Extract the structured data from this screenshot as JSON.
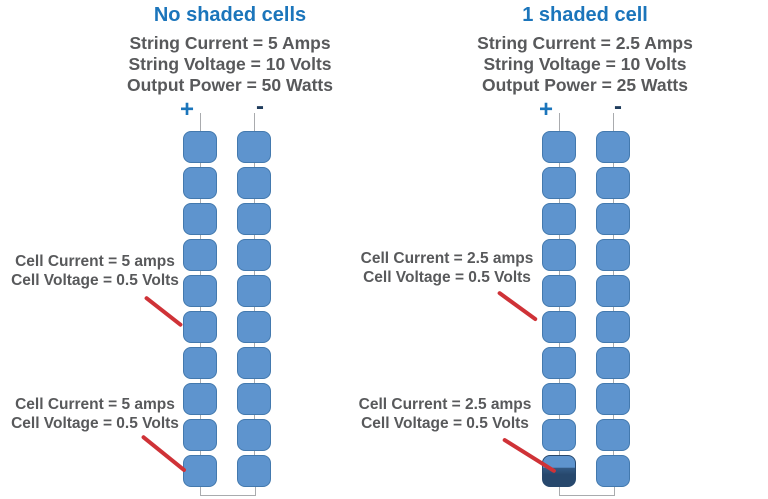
{
  "colors": {
    "title_blue": "#1b75bb",
    "text_gray": "#58595b",
    "cell_blue": "#5e94ce",
    "cell_border": "#4379ae",
    "shade_mid": "#335a85",
    "shade_dark": "#27486d",
    "wire_gray": "#a9abae",
    "pointer_red": "#cf3237",
    "minus_navy": "#1f3c5c"
  },
  "panels": [
    {
      "id": "no-shaded-cells",
      "title": "No shaded cells",
      "stats": [
        "String Current = 5 Amps",
        "String Voltage = 10 Volts",
        "Output Power = 50 Watts"
      ],
      "plus_label": "+",
      "minus_label": "-",
      "columns": 2,
      "cells_per_column": 10,
      "shaded_cell": null,
      "annotations": [
        {
          "lines": [
            "Cell Current = 5 amps",
            "Cell Voltage = 0.5 Volts"
          ]
        },
        {
          "lines": [
            "Cell Current = 5 amps",
            "Cell Voltage = 0.5 Volts"
          ]
        }
      ]
    },
    {
      "id": "one-shaded-cell",
      "title": "1 shaded cell",
      "stats": [
        "String Current = 2.5 Amps",
        "String Voltage = 10 Volts",
        "Output Power = 25 Watts"
      ],
      "plus_label": "+",
      "minus_label": "-",
      "columns": 2,
      "cells_per_column": 10,
      "shaded_cell": {
        "column": 1,
        "row": 10
      },
      "annotations": [
        {
          "lines": [
            "Cell Current = 2.5 amps",
            "Cell Voltage = 0.5 Volts"
          ]
        },
        {
          "lines": [
            "Cell Current = 2.5 amps",
            "Cell Voltage = 0.5 Volts"
          ]
        }
      ]
    }
  ]
}
